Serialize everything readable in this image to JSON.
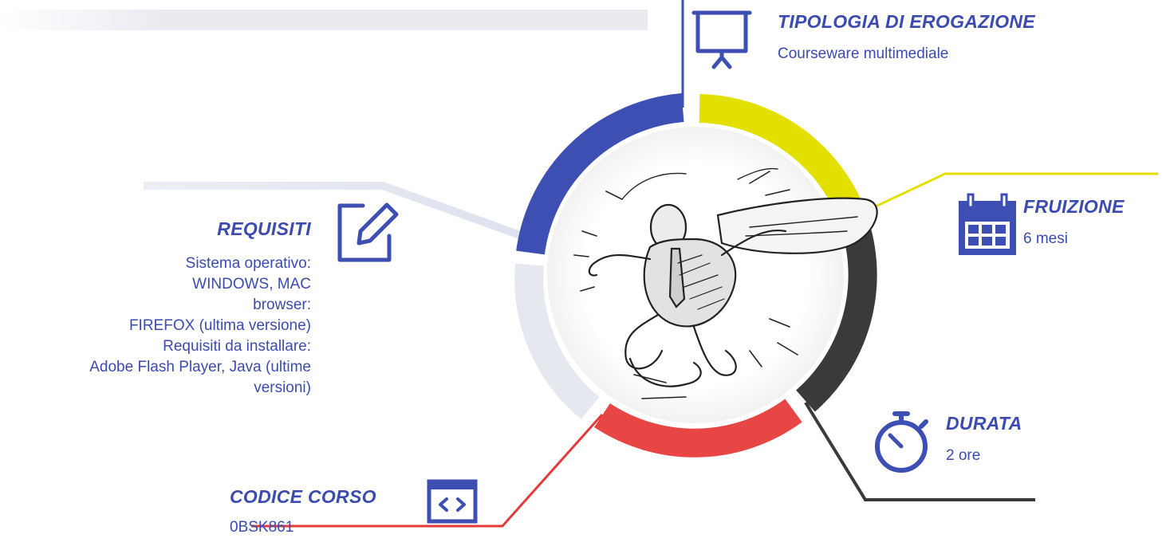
{
  "sections": {
    "tipologia": {
      "title": "TIPOLOGIA DI EROGAZIONE",
      "value": "Courseware multimediale",
      "icon": "presentation-board-icon"
    },
    "fruizione": {
      "title": "FRUIZIONE",
      "value": "6 mesi",
      "icon": "calendar-icon"
    },
    "durata": {
      "title": "DURATA",
      "value": "2 ore",
      "icon": "stopwatch-icon"
    },
    "codice": {
      "title": "CODICE CORSO",
      "value": "0BSK861",
      "icon": "code-window-icon"
    },
    "requisiti": {
      "title": "REQUISITI",
      "icon": "edit-icon",
      "lines": [
        "Sistema operativo:",
        "WINDOWS, MAC",
        "browser:",
        "FIREFOX (ultima versione)",
        "Requisiti da installare:",
        "Adobe Flash Player, Java (ultime",
        "versioni)"
      ]
    }
  },
  "colors": {
    "blue": "#3d4fb3",
    "yellow": "#e3e000",
    "dark": "#3a3a3a",
    "red": "#e53a3a",
    "lightgray": "#e6e8f0",
    "text": "#3b4bb0"
  },
  "center_image": "sketch-businessman-flying-illustration"
}
